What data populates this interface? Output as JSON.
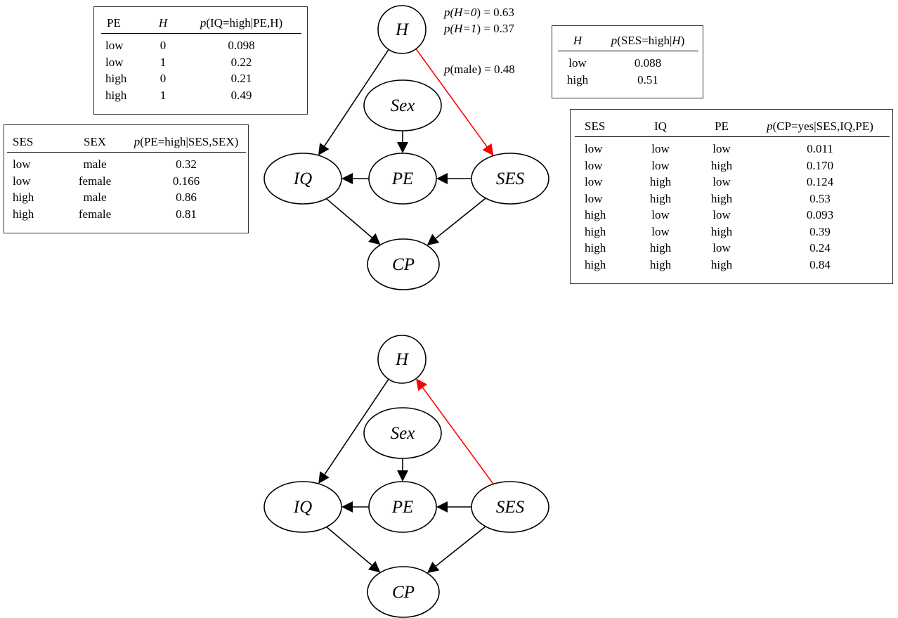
{
  "graphs": [
    {
      "nodes": [
        {
          "id": "H",
          "label": "H"
        },
        {
          "id": "Sex",
          "label": "Sex"
        },
        {
          "id": "IQ",
          "label": "IQ"
        },
        {
          "id": "PE",
          "label": "PE"
        },
        {
          "id": "SES",
          "label": "SES"
        },
        {
          "id": "CP",
          "label": "CP"
        }
      ],
      "edges": [
        {
          "from": "H",
          "to": "IQ",
          "color": "#000000"
        },
        {
          "from": "H",
          "to": "SES",
          "color": "#ff0000"
        },
        {
          "from": "Sex",
          "to": "PE",
          "color": "#000000"
        },
        {
          "from": "PE",
          "to": "IQ",
          "color": "#000000"
        },
        {
          "from": "SES",
          "to": "PE",
          "color": "#000000"
        },
        {
          "from": "IQ",
          "to": "CP",
          "color": "#000000"
        },
        {
          "from": "SES",
          "to": "CP",
          "color": "#000000"
        }
      ]
    },
    {
      "nodes": [
        {
          "id": "H",
          "label": "H"
        },
        {
          "id": "Sex",
          "label": "Sex"
        },
        {
          "id": "IQ",
          "label": "IQ"
        },
        {
          "id": "PE",
          "label": "PE"
        },
        {
          "id": "SES",
          "label": "SES"
        },
        {
          "id": "CP",
          "label": "CP"
        }
      ],
      "edges": [
        {
          "from": "H",
          "to": "IQ",
          "color": "#000000"
        },
        {
          "from": "SES",
          "to": "H",
          "color": "#ff0000"
        },
        {
          "from": "Sex",
          "to": "PE",
          "color": "#000000"
        },
        {
          "from": "PE",
          "to": "IQ",
          "color": "#000000"
        },
        {
          "from": "SES",
          "to": "PE",
          "color": "#000000"
        },
        {
          "from": "IQ",
          "to": "CP",
          "color": "#000000"
        },
        {
          "from": "SES",
          "to": "CP",
          "color": "#000000"
        }
      ]
    }
  ],
  "priors": {
    "h0_prefix": "p(",
    "h0_var": "H=0",
    "h0_suffix": ") = 0.63",
    "h1_prefix": "p(",
    "h1_var": "H=1",
    "h1_suffix": ") = 0.37",
    "male_prefix": "p",
    "male_suffix": "(male) = 0.48"
  },
  "tables": {
    "iq": {
      "h_pe": "PE",
      "h_h": "H",
      "h_p_prefix": "p",
      "h_p_rest": "(IQ=high|PE,H)",
      "rows": [
        {
          "a": "low",
          "b": "0",
          "p": "0.098"
        },
        {
          "a": "low",
          "b": "1",
          "p": "0.22"
        },
        {
          "a": "high",
          "b": "0",
          "p": "0.21"
        },
        {
          "a": "high",
          "b": "1",
          "p": "0.49"
        }
      ]
    },
    "pe": {
      "h_ses": "SES",
      "h_sex": "SEX",
      "h_p_prefix": "p",
      "h_p_rest": "(PE=high|SES,SEX)",
      "rows": [
        {
          "a": "low",
          "b": "male",
          "p": "0.32"
        },
        {
          "a": "low",
          "b": "female",
          "p": "0.166"
        },
        {
          "a": "high",
          "b": "male",
          "p": "0.86"
        },
        {
          "a": "high",
          "b": "female",
          "p": "0.81"
        }
      ]
    },
    "ses": {
      "h_h": "H",
      "h_p_prefix": "p",
      "h_p_mid": "(SES=high|",
      "h_p_var": "H",
      "h_p_end": ")",
      "rows": [
        {
          "a": "low",
          "p": "0.088"
        },
        {
          "a": "high",
          "p": "0.51"
        }
      ]
    },
    "cp": {
      "h_ses": "SES",
      "h_iq": "IQ",
      "h_pe": "PE",
      "h_p_prefix": "p",
      "h_p_rest": "(CP=yes|SES,IQ,PE)",
      "rows": [
        {
          "a": "low",
          "b": "low",
          "c": "low",
          "p": "0.011"
        },
        {
          "a": "low",
          "b": "low",
          "c": "high",
          "p": "0.170"
        },
        {
          "a": "low",
          "b": "high",
          "c": "low",
          "p": "0.124"
        },
        {
          "a": "low",
          "b": "high",
          "c": "high",
          "p": "0.53"
        },
        {
          "a": "high",
          "b": "low",
          "c": "low",
          "p": "0.093"
        },
        {
          "a": "high",
          "b": "low",
          "c": "high",
          "p": "0.39"
        },
        {
          "a": "high",
          "b": "high",
          "c": "low",
          "p": "0.24"
        },
        {
          "a": "high",
          "b": "high",
          "c": "high",
          "p": "0.84"
        }
      ]
    }
  }
}
